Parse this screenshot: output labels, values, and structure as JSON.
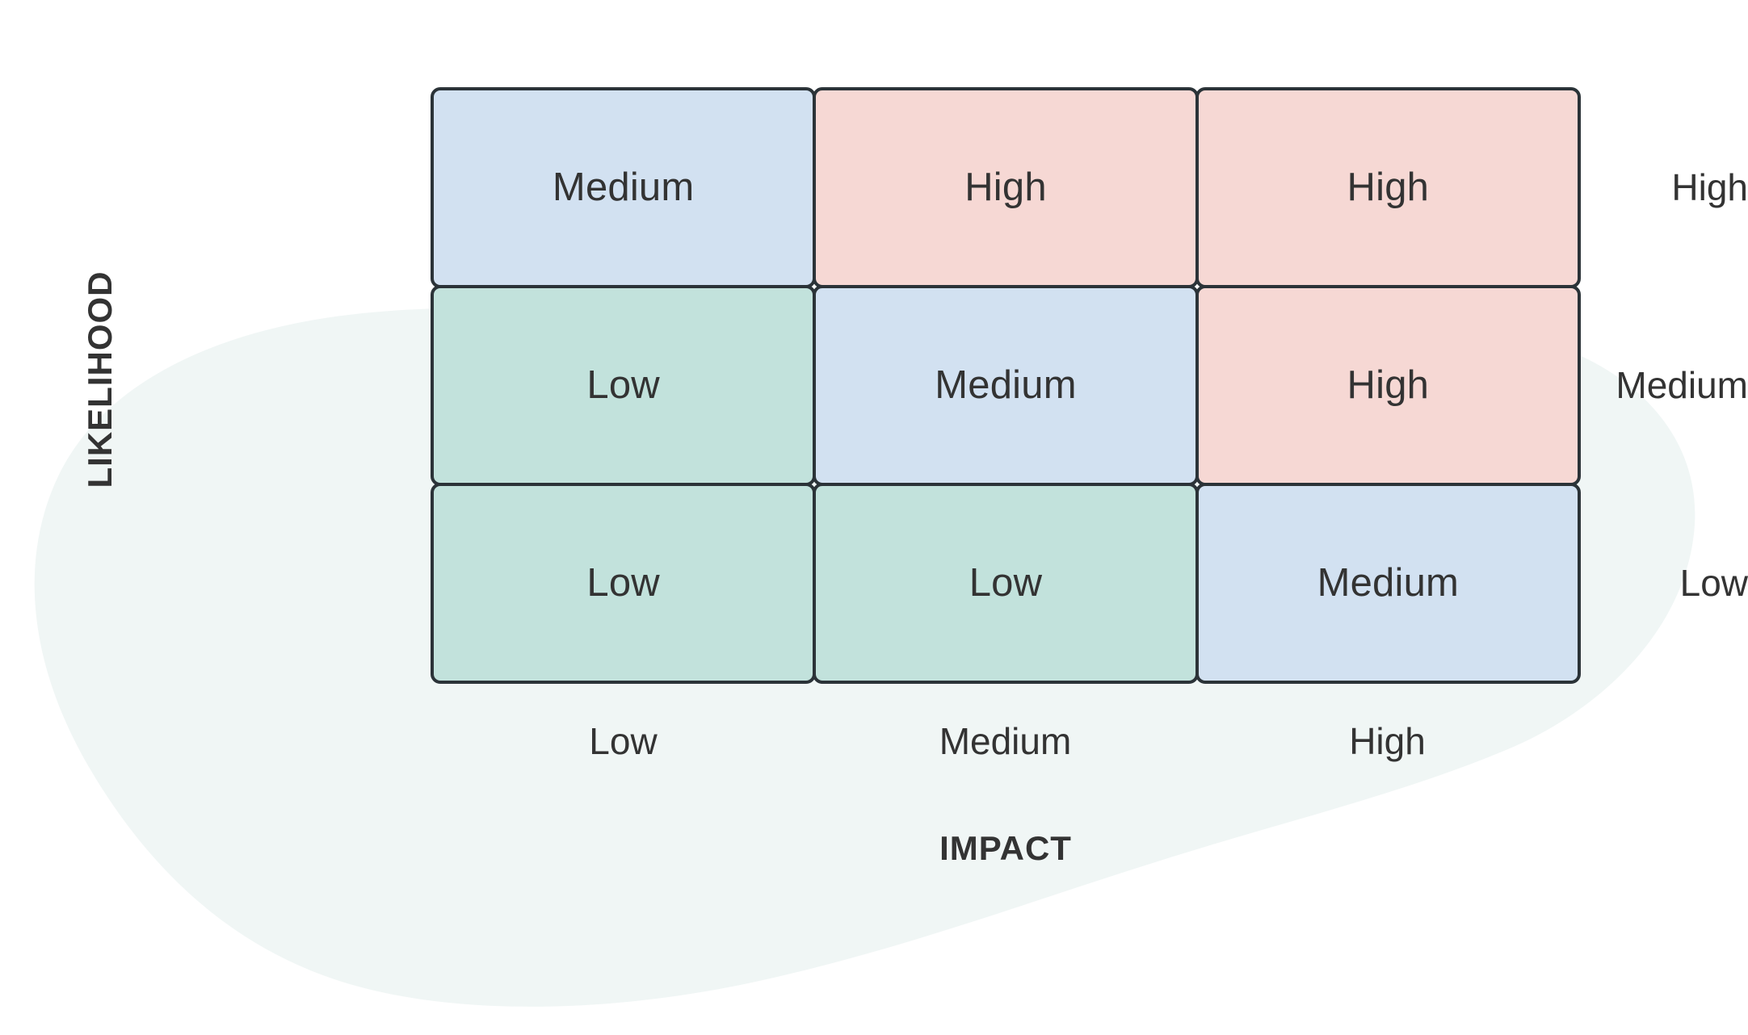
{
  "chart_data": {
    "type": "heatmap",
    "title": "",
    "xlabel": "IMPACT",
    "ylabel": "LIKELIHOOD",
    "x_categories": [
      "Low",
      "Medium",
      "High"
    ],
    "y_categories": [
      "High",
      "Medium",
      "Low"
    ],
    "legend": "none",
    "grid": false,
    "cells": [
      [
        {
          "value": "Medium",
          "level": "med"
        },
        {
          "value": "High",
          "level": "high"
        },
        {
          "value": "High",
          "level": "high"
        }
      ],
      [
        {
          "value": "Low",
          "level": "low"
        },
        {
          "value": "Medium",
          "level": "med"
        },
        {
          "value": "High",
          "level": "high"
        }
      ],
      [
        {
          "value": "Low",
          "level": "low"
        },
        {
          "value": "Low",
          "level": "low"
        },
        {
          "value": "Medium",
          "level": "med"
        }
      ]
    ]
  },
  "colors": {
    "low": "#c2e2dc",
    "medium": "#d2e1f1",
    "high": "#f6d8d4",
    "border": "#2b3338",
    "text": "#333333",
    "background": "#ffffff",
    "blob": "#f0f6f5"
  },
  "decoration": {
    "blob_shape": "organic-background-blob"
  }
}
